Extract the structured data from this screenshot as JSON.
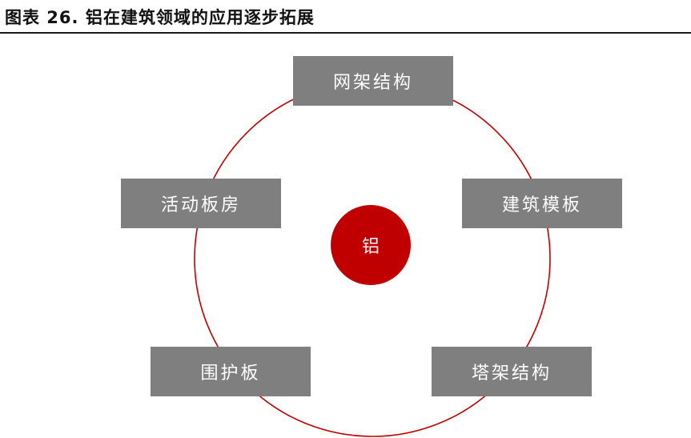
{
  "title": "图表 26. 铝在建筑领域的应用逐步拓展",
  "colors": {
    "ring": "#c00000",
    "center_fill": "#c00000",
    "box_fill": "#7f7f7f",
    "box_text": "#ffffff"
  },
  "center": {
    "label": "铝"
  },
  "nodes": [
    {
      "label": "网架结构"
    },
    {
      "label": "建筑模板"
    },
    {
      "label": "塔架结构"
    },
    {
      "label": "围护板"
    },
    {
      "label": "活动板房"
    }
  ]
}
